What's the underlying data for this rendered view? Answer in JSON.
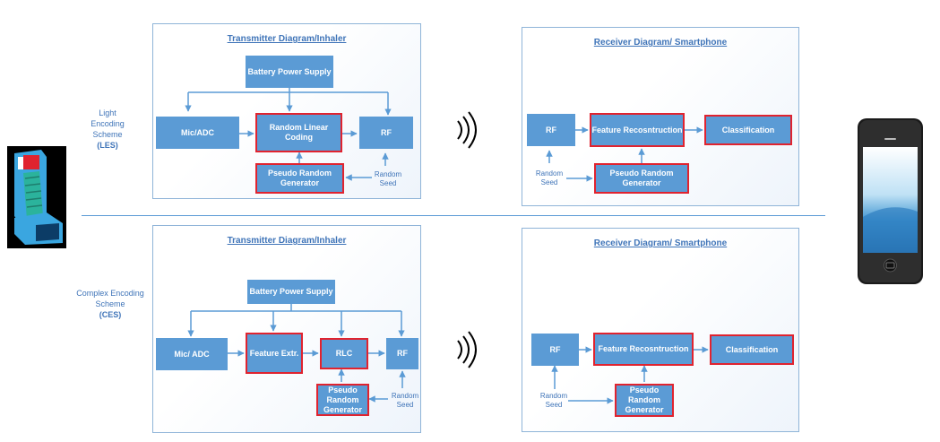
{
  "les": {
    "scheme_line1": "Light",
    "scheme_line2": "Encoding",
    "scheme_line3": "Scheme",
    "scheme_abbr": "(LES)",
    "transmitter_title": "Transmitter Diagram/Inhaler",
    "receiver_title": "Receiver Diagram/ Smartphone",
    "battery": "Battery Power Supply",
    "mic": "Mic/ADC",
    "rlc": "Random Linear Coding",
    "rf_tx": "RF",
    "prg_tx_l1": "Pseudo Random",
    "prg_tx_l2": "Generator",
    "seed_tx_l1": "Random",
    "seed_tx_l2": "Seed",
    "rf_rx": "RF",
    "feature_recon": "Feature Recosntruction",
    "classification": "Classification",
    "prg_rx_l1": "Pseudo Random",
    "prg_rx_l2": "Generator",
    "seed_rx_l1": "Random",
    "seed_rx_l2": "Seed"
  },
  "ces": {
    "scheme_line1": "Complex Encoding",
    "scheme_line2": "Scheme",
    "scheme_abbr": "(CES)",
    "transmitter_title": "Transmitter Diagram/Inhaler",
    "receiver_title": "Receiver Diagram/ Smartphone",
    "battery": "Battery Power Supply",
    "mic": "Mic/ ADC",
    "feature_extr": "Feature Extr.",
    "rlc": "RLC",
    "rf_tx": "RF",
    "prg_tx_l1": "Pseudo",
    "prg_tx_l2": "Random",
    "prg_tx_l3": "Generator",
    "seed_tx_l1": "Random",
    "seed_tx_l2": "Seed",
    "rf_rx": "RF",
    "feature_recon": "Feature Recosntruction",
    "classification": "Classification",
    "prg_rx_l1": "Pseudo",
    "prg_rx_l2": "Random",
    "prg_rx_l3": "Generator",
    "seed_rx_l1": "Random",
    "seed_rx_l2": "Seed"
  },
  "colors": {
    "block": "#5b9bd5",
    "highlight_border": "#e0232f",
    "text_blue": "#3f74b8",
    "arrow": "#5b9bd5"
  },
  "icons": [
    "inhaler-icon",
    "smartphone-icon",
    "wireless-signal-icon"
  ]
}
